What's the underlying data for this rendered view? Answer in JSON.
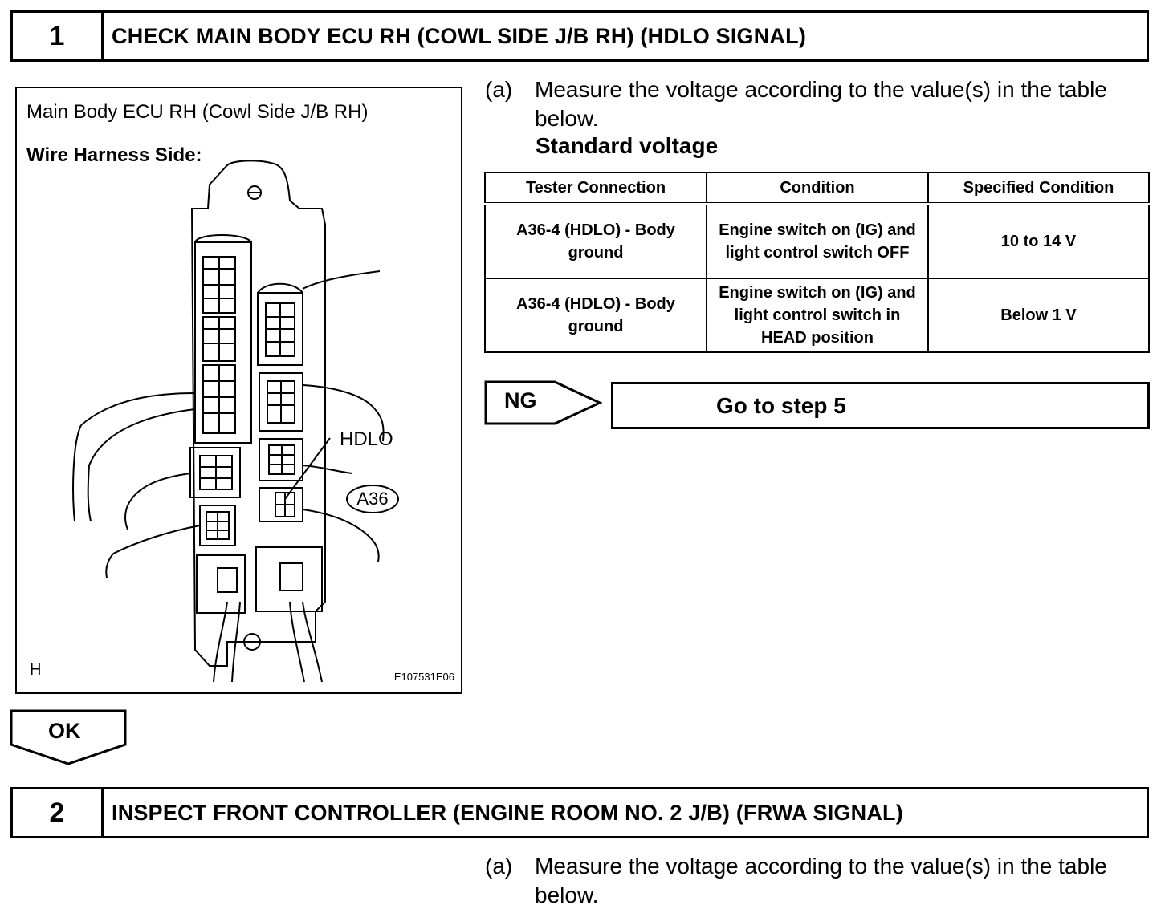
{
  "step1": {
    "number": "1",
    "title": "CHECK MAIN BODY ECU RH (COWL SIDE J/B RH) (HDLO SIGNAL)"
  },
  "figure": {
    "caption": "Main Body ECU RH (Cowl Side J/B RH)",
    "subcaption": "Wire Harness Side:",
    "callout_hdlo": "HDLO",
    "callout_connector": "A36",
    "corner_letter": "H",
    "figure_code": "E107531E06"
  },
  "instruction1": {
    "label": "(a)",
    "text": "Measure the voltage according to the value(s) in the table below.",
    "standard": "Standard voltage"
  },
  "table": {
    "headers": [
      "Tester Connection",
      "Condition",
      "Specified Condition"
    ],
    "rows": [
      {
        "connection": "A36-4 (HDLO) - Body ground",
        "condition": "Engine switch on (IG) and light control switch OFF",
        "specified": "10 to 14 V"
      },
      {
        "connection": "A36-4 (HDLO) - Body ground",
        "condition": "Engine switch on (IG) and light control switch in HEAD position",
        "specified": "Below 1 V"
      }
    ]
  },
  "ng": {
    "label": "NG",
    "go_to": "Go to step 5"
  },
  "ok": {
    "label": "OK"
  },
  "step2": {
    "number": "2",
    "title": "INSPECT FRONT CONTROLLER (ENGINE ROOM NO. 2 J/B) (FRWA SIGNAL)"
  },
  "instruction2": {
    "label": "(a)",
    "text": "Measure the voltage according to the value(s) in the table below."
  }
}
